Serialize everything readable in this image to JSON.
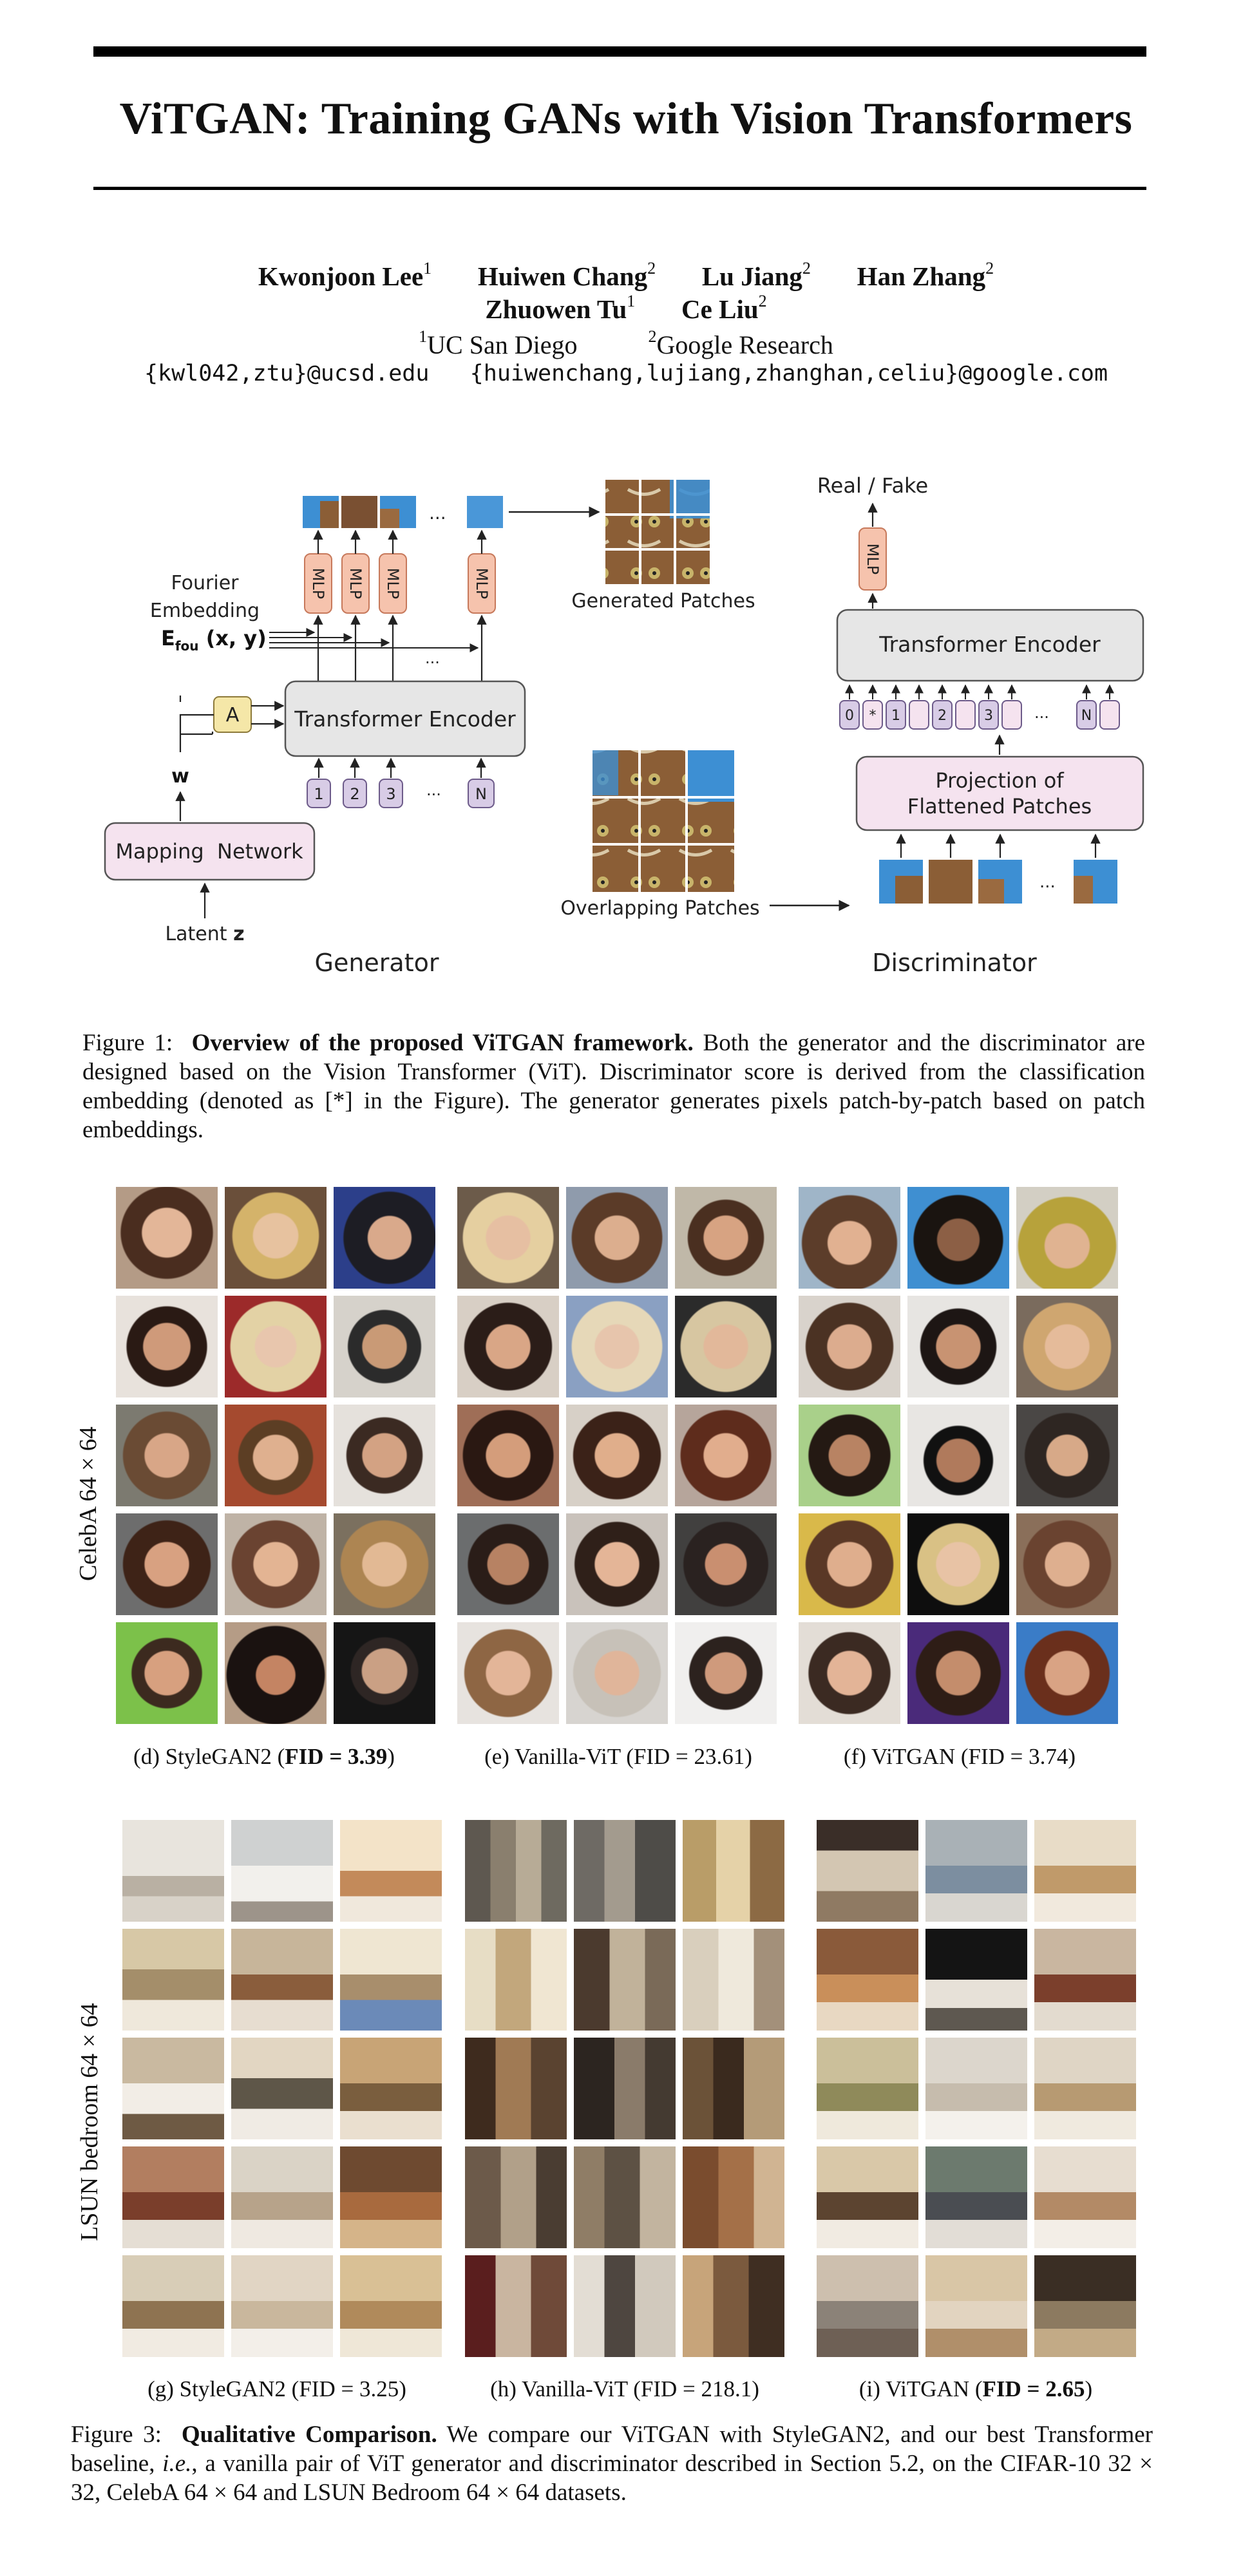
{
  "paper": {
    "title": "ViTGAN: Training GANs with Vision Transformers",
    "authors_line1": [
      {
        "name": "Kwonjoon Lee",
        "aff": "1"
      },
      {
        "name": "Huiwen Chang",
        "aff": "2"
      },
      {
        "name": "Lu Jiang",
        "aff": "2"
      },
      {
        "name": "Han Zhang",
        "aff": "2"
      }
    ],
    "authors_line2": [
      {
        "name": "Zhuowen Tu",
        "aff": "1"
      },
      {
        "name": "Ce Liu",
        "aff": "2"
      }
    ],
    "affil1_num": "1",
    "affil1": "UC San Diego",
    "affil2_num": "2",
    "affil2": "Google Research",
    "email1": "{kwl042,ztu}@ucsd.edu",
    "email2": "{huiwenchang,lujiang,zhanghan,celiu}@google.com"
  },
  "figure1": {
    "fourier_l1": "Fourier",
    "fourier_l2": "Embedding",
    "fourier_sym": "E",
    "fourier_sub": "fou",
    "fourier_arg": " (x, y)",
    "mlp": "MLP",
    "dots": "...",
    "gen_patches": "Generated Patches",
    "a_block": "A",
    "w_label": "w",
    "transformer_encoder": "Transformer Encoder",
    "tokens": [
      "1",
      "2",
      "3",
      "N"
    ],
    "mapping_network": "Mapping  Network",
    "latent": "Latent ",
    "latent_var": "z",
    "generator": "Generator",
    "real_fake": "Real / Fake",
    "disc_tokens": [
      "0",
      "*",
      "1",
      "2",
      "3",
      "N"
    ],
    "projection_l1": "Projection of",
    "projection_l2": "Flattened Patches",
    "overlapping_patches": "Overlapping Patches",
    "discriminator": "Discriminator",
    "caption_label": "Figure 1:",
    "caption_bold": "Overview of the proposed ViTGAN framework.",
    "caption_text": "Both the generator and the discriminator are designed based on the Vision Transformer (ViT). Discriminator score is derived from the classification embedding (denoted as [*] in the Figure). The generator generates pixels patch-by-patch based on patch embeddings."
  },
  "figure3": {
    "celeba_label": "CelebA 64 × 64",
    "lsun_label": "LSUN bedroom 64 × 64",
    "sub_d_pre": "(d) StyleGAN2 (",
    "sub_d_bold": "FID = 3.39",
    "sub_d_post": ")",
    "sub_e": "(e) Vanilla-ViT (FID = 23.61)",
    "sub_f": "(f) ViTGAN (FID = 3.74)",
    "sub_g": "(g) StyleGAN2 (FID = 3.25)",
    "sub_h": "(h) Vanilla-ViT (FID = 218.1)",
    "sub_i_pre": "(i) ViTGAN (",
    "sub_i_bold": "FID = 2.65",
    "sub_i_post": ")",
    "caption_label": "Figure 3:",
    "caption_bold": "Qualitative Comparison.",
    "caption_p1": "We compare our ViTGAN with StyleGAN2, and our best Transformer baseline, ",
    "caption_ie": "i.e.",
    "caption_p2": ", a vanilla pair of ViT generator and discriminator described in Section 5.2, on the CIFAR-10 32 × 32, CelebA 64 × 64 and LSUN Bedroom 64 × 64 datasets."
  },
  "colors": {
    "mlp_fill": "#f6c3ad",
    "mlp_stroke": "#c7795b",
    "encoder_fill": "#e6e6e6",
    "pink_fill": "#f5e3ef",
    "token_fill": "#d8cce6",
    "token_stroke": "#6d5b8a",
    "a_fill": "#f5e7a8",
    "patch_blue": "#3d8fd3",
    "cat_brown": "#8a5a33"
  }
}
